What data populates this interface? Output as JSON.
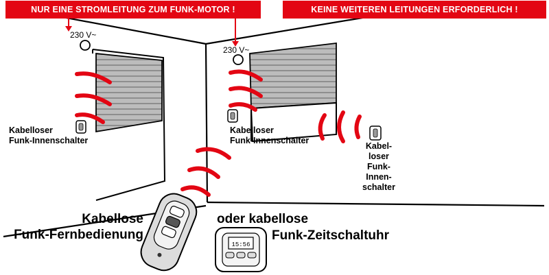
{
  "banners": {
    "left": "NUR EINE STROMLEITUNG ZUM FUNK-MOTOR !",
    "right": "KEINE WEITEREN LEITUNGEN ERFORDERLICH !"
  },
  "voltage": {
    "left": "230 V~",
    "right": "230 V~"
  },
  "switch_labels": {
    "left": "Kabelloser\nFunk-Innenschalter",
    "center": "Kabelloser\nFunk-Innenschalter",
    "right": "Kabel-\nloser\nFunk-\nInnen-\nschalter"
  },
  "devices": {
    "remote": "Kabellose\nFunk-Fernbedienung",
    "timer_prefix": "oder kabellose",
    "timer": "Funk-Zeitschaltuhr",
    "timer_display": "15:56"
  },
  "colors": {
    "accent": "#e30613",
    "shutter": "#b8b8b8",
    "line": "#000000"
  }
}
